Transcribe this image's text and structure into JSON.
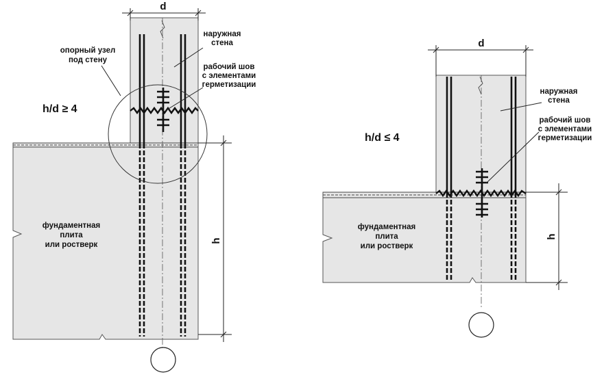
{
  "left": {
    "labels": {
      "dim_width": "d",
      "dim_height": "h",
      "ratio": "h/d ≥ 4",
      "support_node_1": "опорный узел",
      "support_node_2": "под стену",
      "outer_wall_1": "наружная",
      "outer_wall_2": "стена",
      "joint_1": "рабочий шов",
      "joint_2": "с элементами",
      "joint_3": "герметизации",
      "foundation_1": "фундаментная",
      "foundation_2": "плита",
      "foundation_3": "или ростверк"
    }
  },
  "right": {
    "labels": {
      "dim_width": "d",
      "dim_height": "h",
      "ratio": "h/d ≤ 4",
      "outer_wall_1": "наружная",
      "outer_wall_2": "стена",
      "joint_1": "рабочий шов",
      "joint_2": "с элементами",
      "joint_3": "герметизации",
      "foundation_1": "фундаментная",
      "foundation_2": "плита",
      "foundation_3": "или ростверк"
    }
  }
}
